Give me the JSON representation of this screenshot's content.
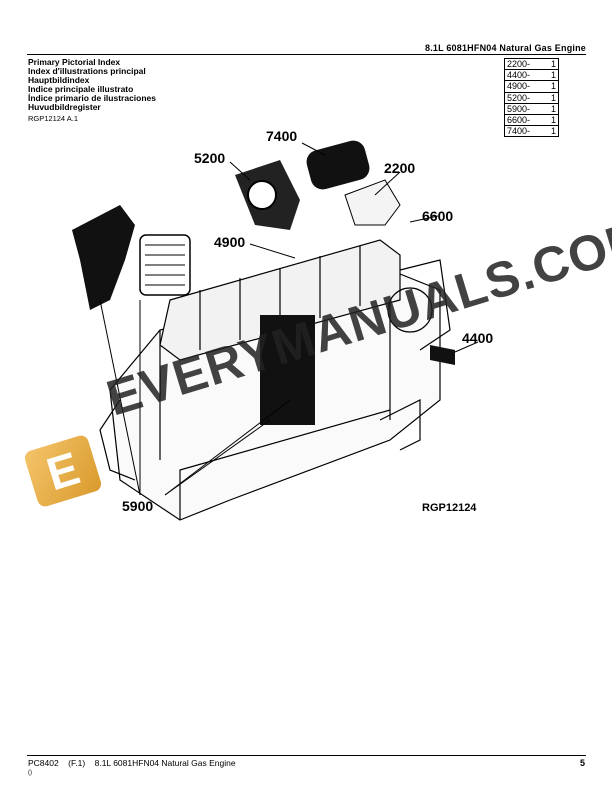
{
  "header": {
    "title": "8.1L 6081HFN04 Natural Gas Engine"
  },
  "titles": [
    "Primary Pictorial Index",
    "Index d'illustrations principal",
    "Hauptbildindex",
    "Indice principale illustrato",
    "Índice primario de ilustraciones",
    "Huvudbildregister"
  ],
  "reference": "RGP12124 A.1",
  "index": [
    {
      "group": "2200-",
      "page": "1"
    },
    {
      "group": "4400-",
      "page": "1"
    },
    {
      "group": "4900-",
      "page": "1"
    },
    {
      "group": "5200-",
      "page": "1"
    },
    {
      "group": "5900-",
      "page": "1"
    },
    {
      "group": "6600-",
      "page": "1"
    },
    {
      "group": "7400-",
      "page": "1"
    }
  ],
  "illustration": {
    "callouts": {
      "c7400": "7400",
      "c5200": "5200",
      "c2200": "2200",
      "c6600": "6600",
      "c4900": "4900",
      "c4400": "4400",
      "c5900": "5900"
    },
    "figure_id": "RGP12124"
  },
  "watermark": {
    "text": "EVERYMANUALS.COM",
    "logo_letter": "E"
  },
  "footer": {
    "left": "PC8402    (F.1)    8.1L 6081HFN04 Natural Gas Engine",
    "sub": "()",
    "page_number": "5"
  }
}
